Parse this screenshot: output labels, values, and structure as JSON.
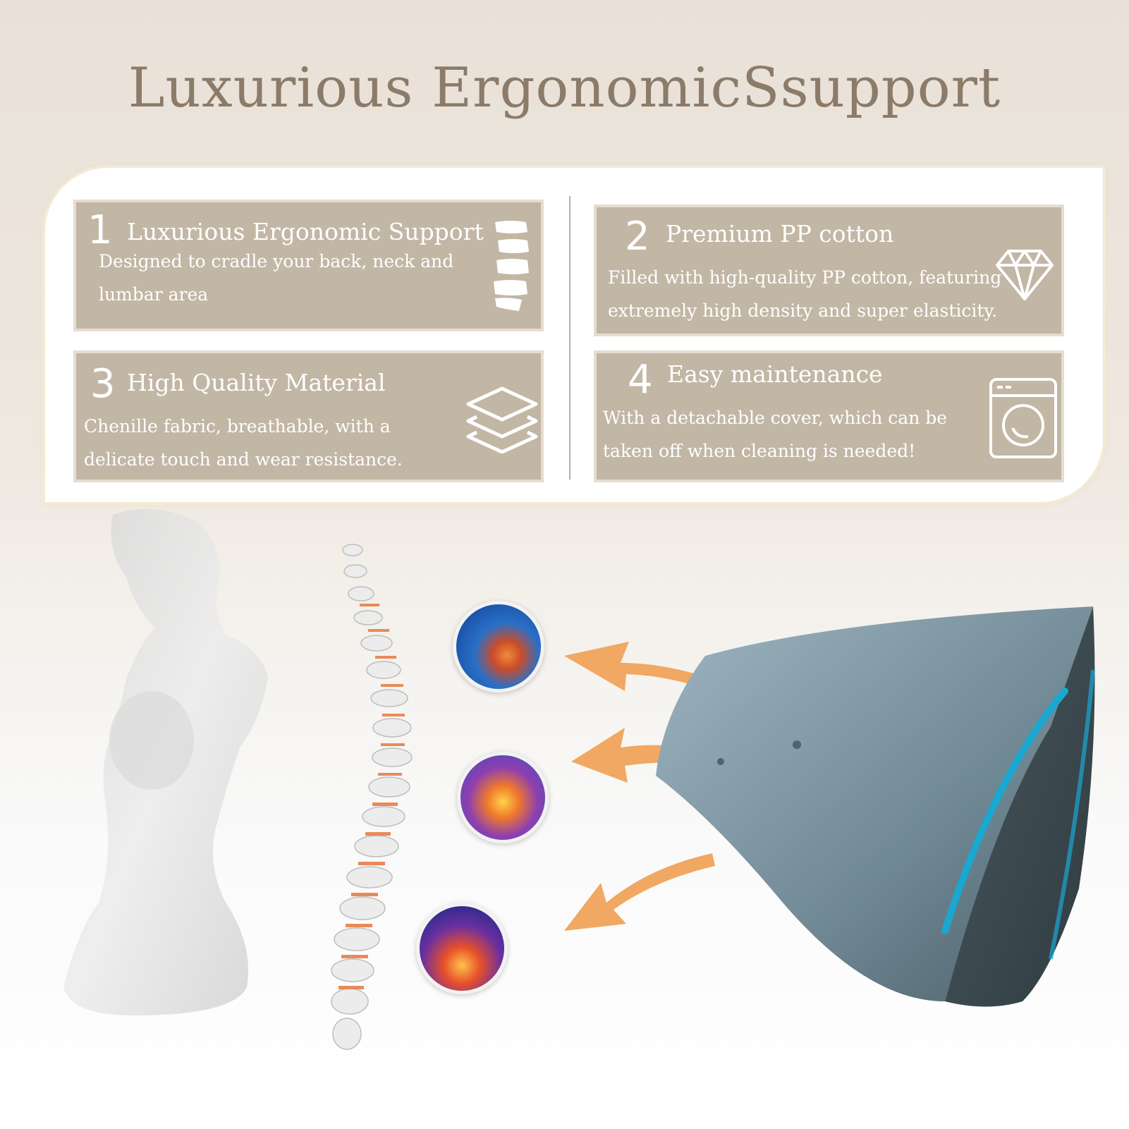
{
  "title": "Luxurious ErgonomicSsupport",
  "features": [
    {
      "number": "1",
      "heading": "Luxurious Ergonomic Support",
      "description": "Designed to cradle your back, neck and lumbar area",
      "icon": "spine-icon"
    },
    {
      "number": "2",
      "heading": "Premium PP cotton",
      "description": "Filled with high-quality PP cotton, featuring extremely high density and super elasticity.",
      "icon": "diamond-icon"
    },
    {
      "number": "3",
      "heading": "High Quality Material",
      "description": "Chenille fabric, breathable, with a delicate touch and wear resistance.",
      "icon": "layers-icon"
    },
    {
      "number": "4",
      "heading": "Easy maintenance",
      "description": "With a detachable cover, which can be taken off when cleaning is needed!",
      "icon": "washing-machine-icon"
    }
  ],
  "colors": {
    "background_top": "#e9e1d7",
    "card": "#c2b6a5",
    "title": "#8c7b69",
    "arrow": "#f0a862",
    "pillow": "#6f8894"
  },
  "illustration": {
    "figure": "seated-woman-silhouette",
    "spine": "spine-model",
    "bubbles": [
      "shoulder-pain-bubble",
      "cervical-spine-bubble",
      "lumbar-spine-bubble"
    ],
    "product": "triangle-wedge-pillow"
  }
}
